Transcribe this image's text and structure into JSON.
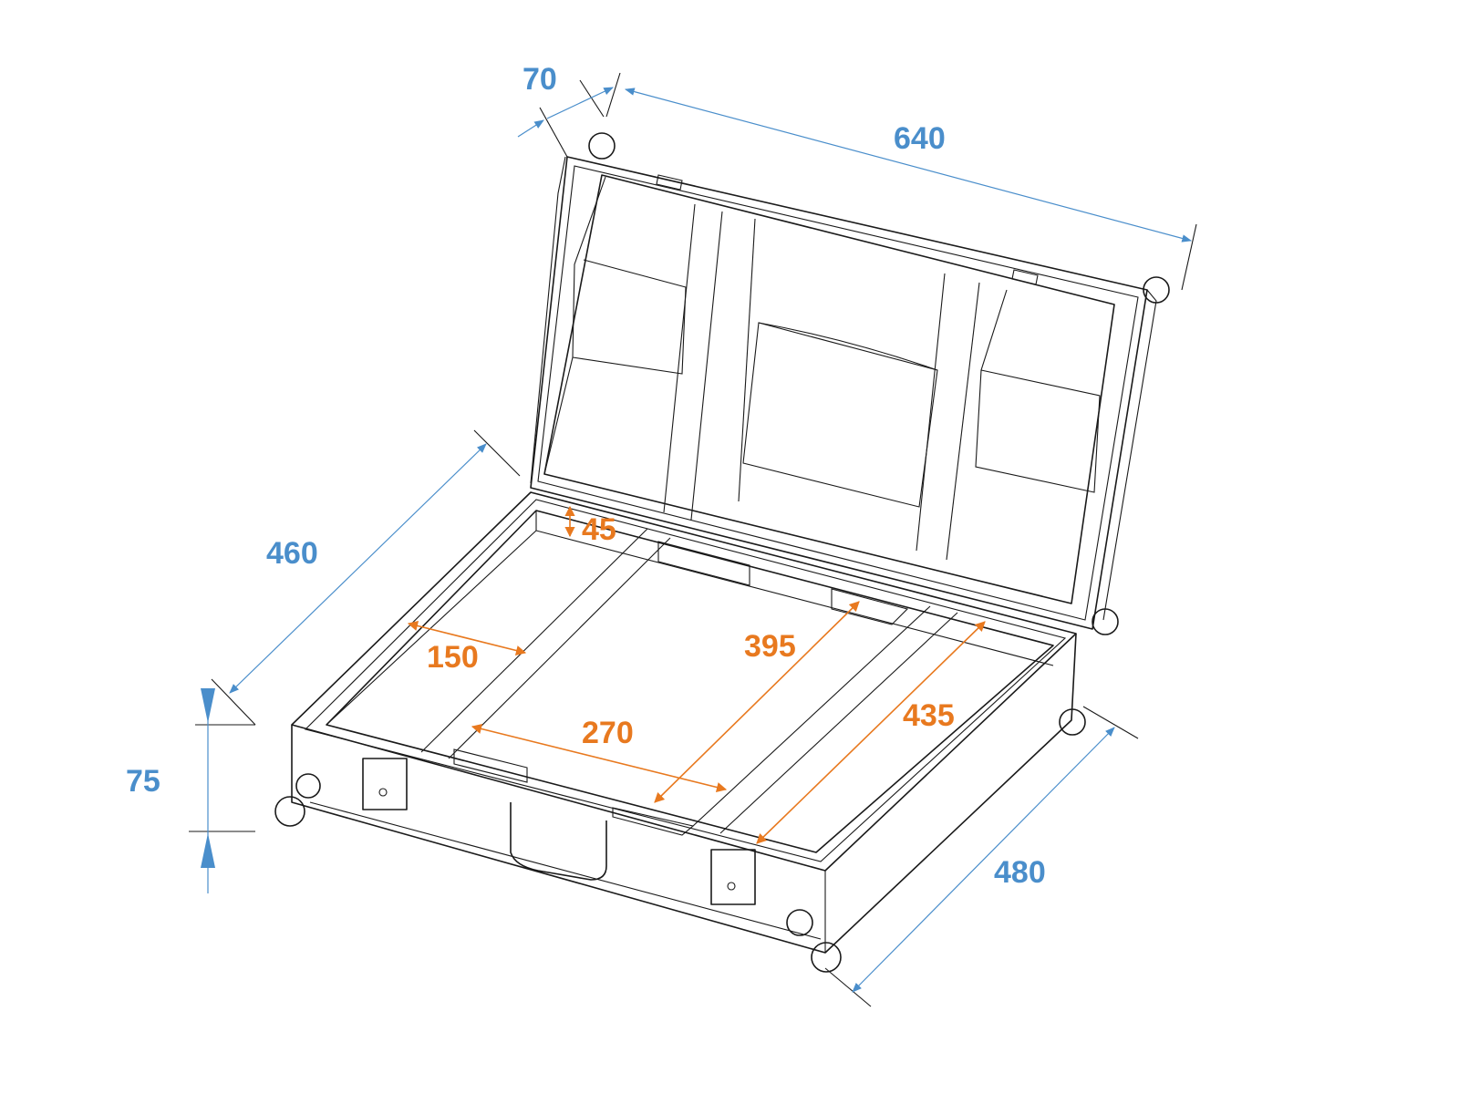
{
  "title": "Flight case dimension drawing",
  "colors": {
    "outer_dimension": "#4a8ecb",
    "inner_dimension": "#e8791f"
  },
  "outer_dimensions": {
    "lid_height": "70",
    "length": "640",
    "depth": "460",
    "base_height": "75",
    "width": "480"
  },
  "inner_dimensions": {
    "compartment_height": "45",
    "left_compartment_width": "150",
    "center_compartment_width": "270",
    "center_compartment_depth": "395",
    "right_compartment_depth": "435"
  }
}
